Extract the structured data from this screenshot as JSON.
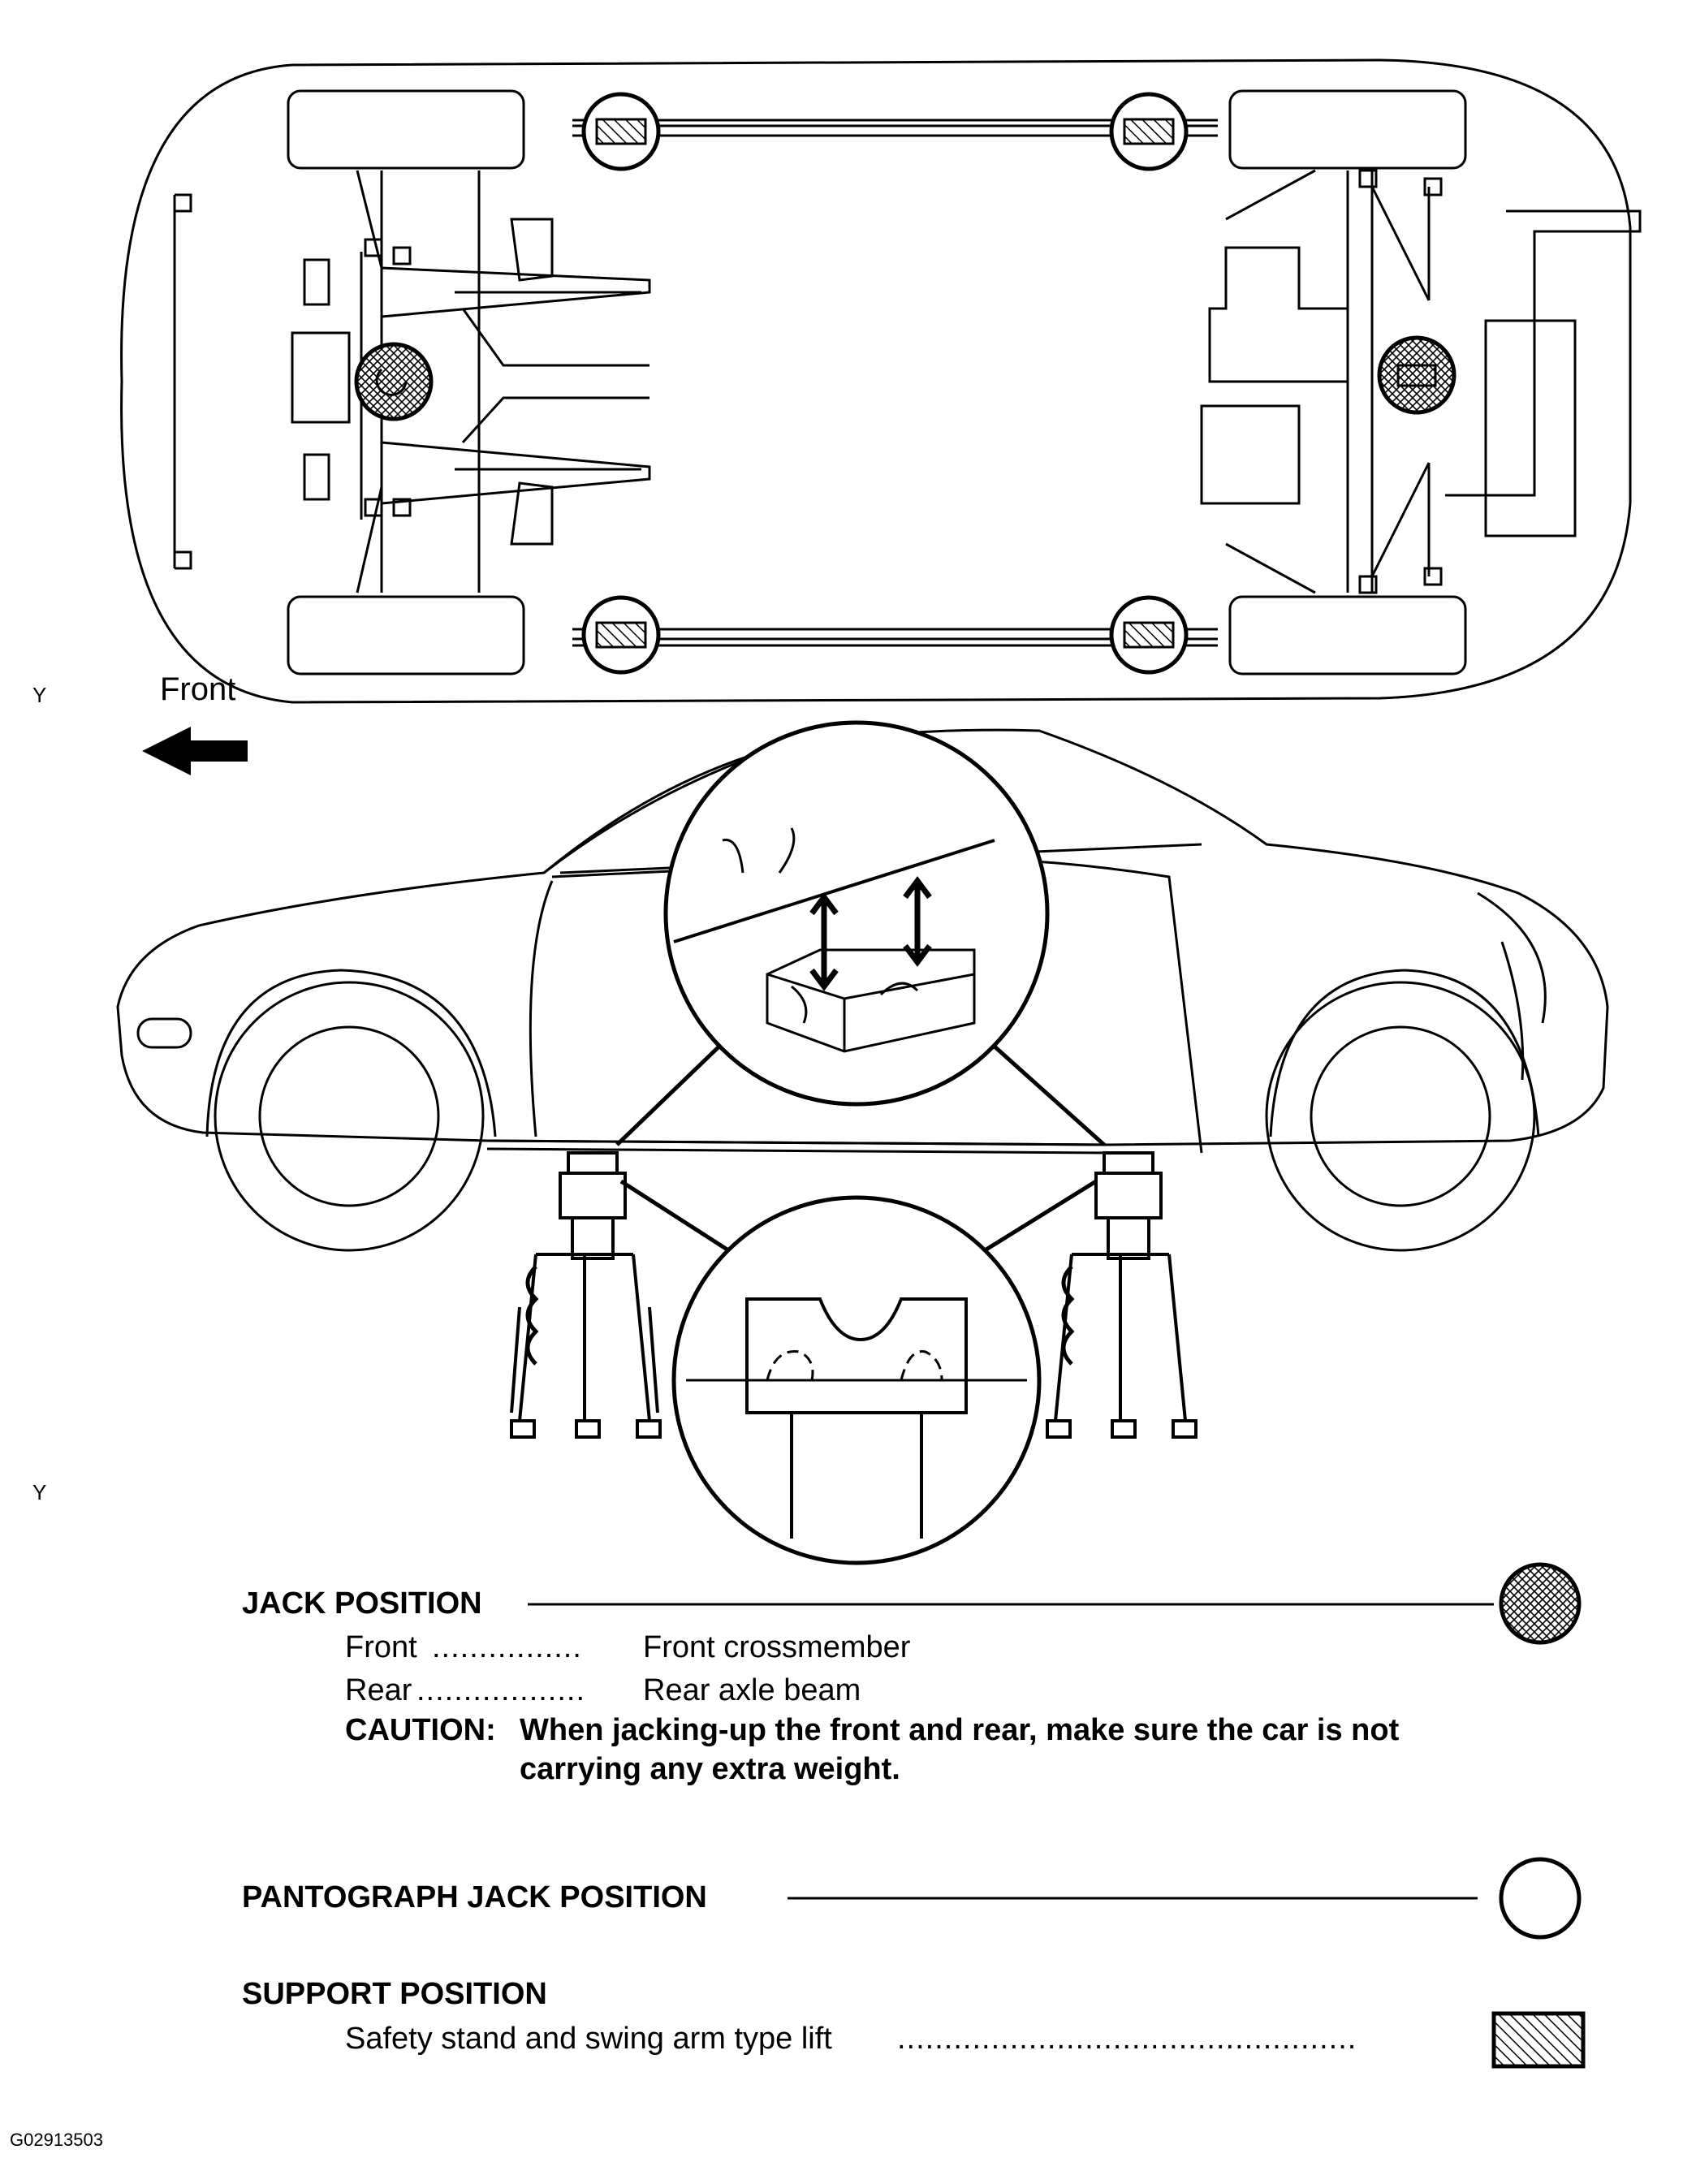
{
  "diagram": {
    "labels": {
      "y_marker_top": "Y",
      "front_arrow": "Front",
      "y_marker_bottom": "Y",
      "figure_id": "G02913503"
    },
    "legend": {
      "jack_position": {
        "title": "JACK POSITION",
        "rows": [
          {
            "label": "Front",
            "leader": "................",
            "value": "Front crossmember"
          },
          {
            "label": "Rear",
            "leader": "..................",
            "value": "Rear axle beam"
          }
        ],
        "caution_label": "CAUTION:",
        "caution_line1": "When jacking-up the front and rear, make sure the car is not",
        "caution_line2": "carrying any extra weight.",
        "symbol": "cross-hatched-circle-icon"
      },
      "pantograph_jack_position": {
        "title": "PANTOGRAPH JACK POSITION",
        "symbol": "open-circle-icon"
      },
      "support_position": {
        "title": "SUPPORT POSITION",
        "item": "Safety stand and swing arm type lift",
        "leader": ".................................................",
        "symbol": "hatched-rectangle-icon"
      }
    }
  }
}
